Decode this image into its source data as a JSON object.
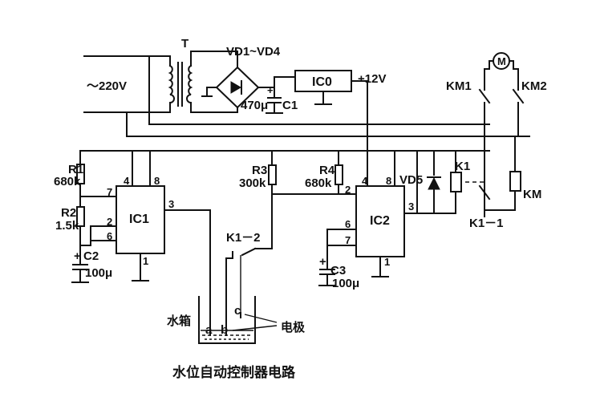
{
  "title": "水位自动控制器电路",
  "labels": {
    "transformer": "T",
    "mains": "～220V",
    "bridge": "VD1~VD4",
    "ic0": "IC0",
    "supply": "+12V",
    "c1_value": "470μ",
    "c1_name": "C1",
    "km1": "KM1",
    "km2": "KM2",
    "motor": "M",
    "km_coil": "KM",
    "k1_1": "K1－1",
    "r1_name": "R1",
    "r1_value": "680k",
    "r2_name": "R2",
    "r2_value": "1.5k",
    "c2_name": "C2",
    "c2_value": "100μ",
    "ic1": "IC1",
    "r3_name": "R3",
    "r3_value": "300k",
    "r4_name": "R4",
    "r4_value": "680k",
    "vd5": "VD5",
    "k1": "K1",
    "ic2": "IC2",
    "c3_name": "C3",
    "c3_value": "100μ",
    "k1_2": "K1－2",
    "tank": "水箱",
    "electrodes": "电极",
    "electrode_a": "a",
    "electrode_b": "b",
    "electrode_c": "c"
  },
  "pins": {
    "ic1_4": "4",
    "ic1_8": "8",
    "ic1_7": "7",
    "ic1_2": "2",
    "ic1_6": "6",
    "ic1_3": "3",
    "ic1_1": "1",
    "ic2_4": "4",
    "ic2_8": "8",
    "ic2_2": "2",
    "ic2_6": "6",
    "ic2_7": "7",
    "ic2_3": "3",
    "ic2_1": "1"
  }
}
